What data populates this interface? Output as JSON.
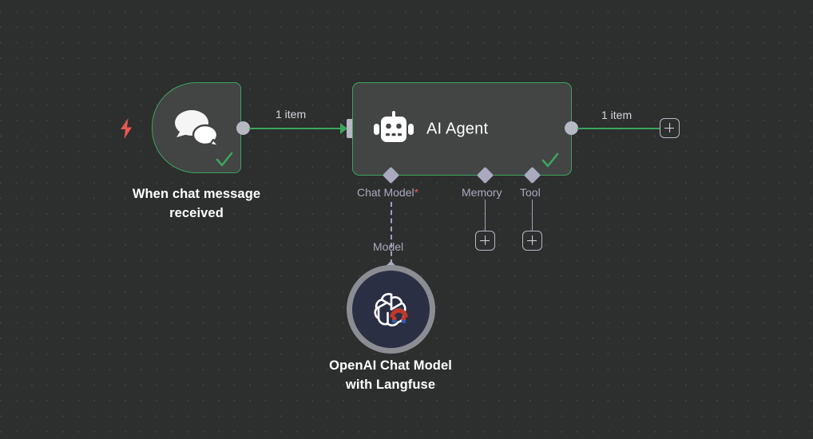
{
  "canvas": {
    "background_color": "#2d2e2e",
    "grid_dot_color": "#3d3e3e",
    "accent_success": "#3ba55d",
    "port_color": "#b6b8c4",
    "trigger_bolt_color": "#e8584f"
  },
  "nodes": {
    "trigger": {
      "title": "When chat message\nreceived",
      "icon": "chat-bubbles-icon",
      "status": "success",
      "trigger_icon": "lightning-bolt-icon"
    },
    "agent": {
      "title": "AI Agent",
      "icon": "robot-icon",
      "status": "success",
      "sub_ports": [
        {
          "label": "Chat Model",
          "required": true,
          "required_marker": "*"
        },
        {
          "label": "Memory",
          "required": false,
          "required_marker": ""
        },
        {
          "label": "Tool",
          "required": false,
          "required_marker": ""
        }
      ]
    },
    "openai": {
      "title": "OpenAI Chat Model\nwith Langfuse",
      "icon": "openai-magnet-icon",
      "port_label": "Model"
    }
  },
  "connections": {
    "trigger_to_agent_label": "1 item",
    "agent_to_next_label": "1 item"
  },
  "buttons": {
    "add_after_agent": "+",
    "add_memory": "+",
    "add_tool": "+"
  }
}
